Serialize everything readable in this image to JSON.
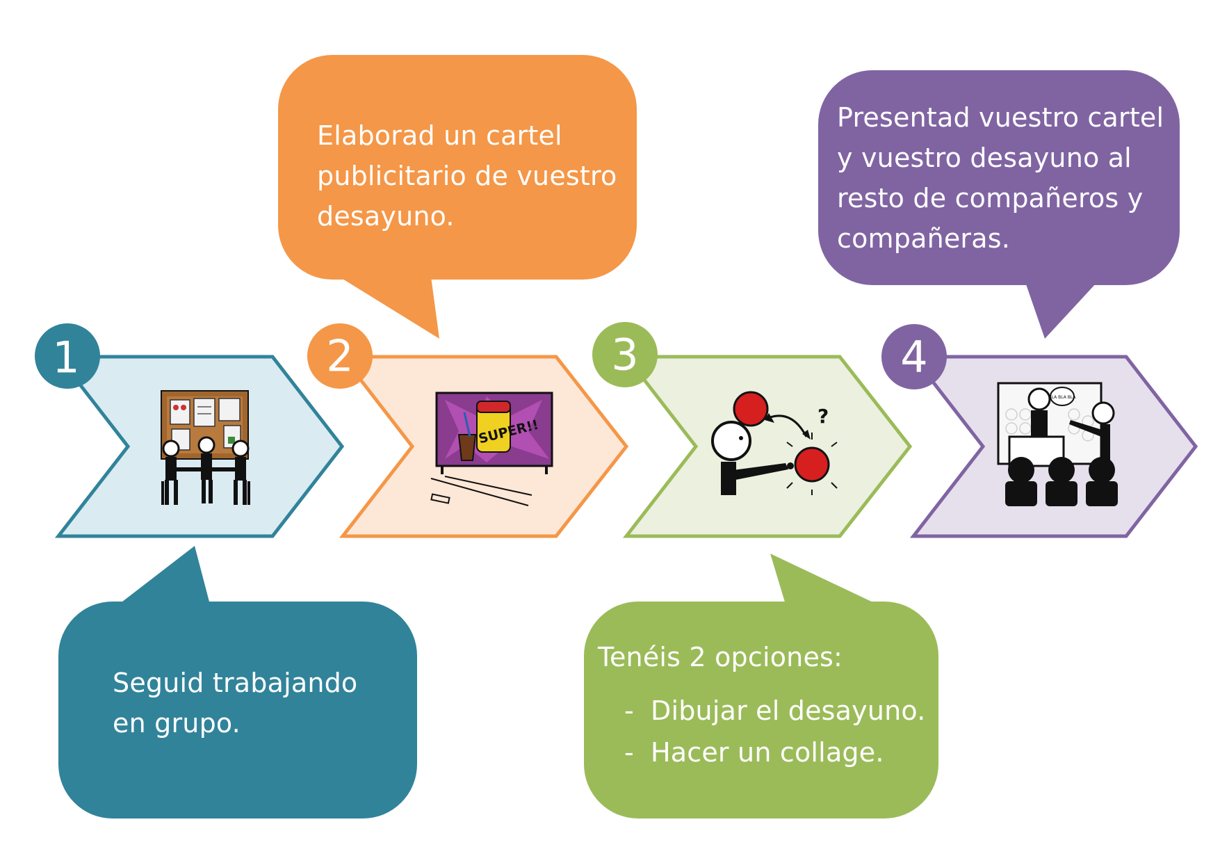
{
  "steps": [
    {
      "number": "1",
      "color": "#31839a",
      "fill": "#daebf2",
      "icon": "group-work-icon",
      "text_lines": [
        "Seguid trabajando",
        "en grupo."
      ]
    },
    {
      "number": "2",
      "color": "#f49748",
      "fill": "#fde7d7",
      "icon": "advertising-poster-icon",
      "poster_text": "SUPER!!",
      "text_lines": [
        "Elaborad un cartel",
        "publicitario de vuestro",
        "desayuno."
      ]
    },
    {
      "number": "3",
      "color": "#9bbb59",
      "fill": "#ebf0df",
      "icon": "choose-option-icon",
      "question_mark": "?",
      "text_lines": [
        "Tenéis 2 opciones:"
      ],
      "options": [
        "Dibujar el desayuno.",
        "Hacer un collage."
      ]
    },
    {
      "number": "4",
      "color": "#8064a2",
      "fill": "#e6e0ec",
      "icon": "presentation-icon",
      "speech_text": "BLA BLA BLA",
      "text_lines": [
        "Presentad vuestro cartel",
        "y vuestro desayuno al",
        "resto de compañeros y",
        "compañeras."
      ]
    }
  ]
}
